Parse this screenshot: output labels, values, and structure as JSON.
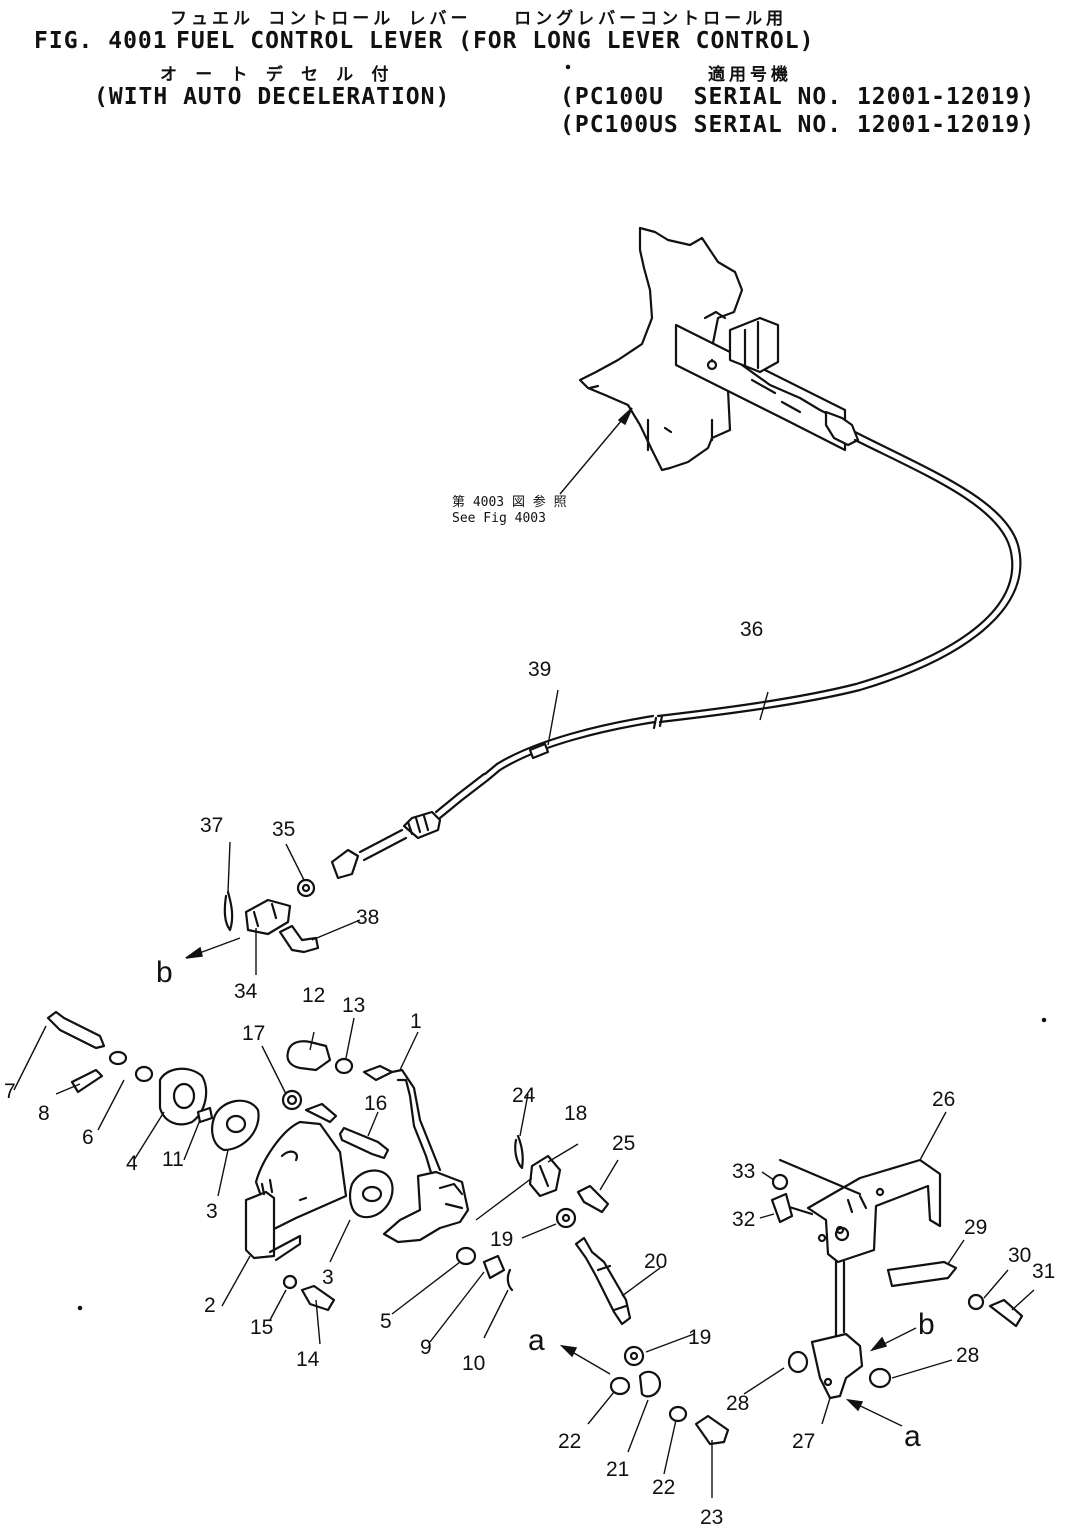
{
  "header": {
    "jp_line1": "フュエル コントロール レバー   ロングレバーコントロール用",
    "fig_number": "FIG. 4001",
    "title": "FUEL CONTROL LEVER (FOR LONG LEVER CONTROL)",
    "jp_line2_left": "オ ー ト デ セ ル 付",
    "jp_line2_right": "適用号機",
    "subtitle": "(WITH AUTO DECELERATION)",
    "serial_1": "(PC100U  SERIAL NO. 12001-12019)",
    "serial_2": "(PC100US SERIAL NO. 12001-12019)"
  },
  "reference": {
    "jp": "第 4003 図 参 照",
    "en": "See Fig  4003"
  },
  "callouts": [
    {
      "id": "n1",
      "label": "1"
    },
    {
      "id": "n2",
      "label": "2"
    },
    {
      "id": "n3a",
      "label": "3"
    },
    {
      "id": "n3b",
      "label": "3"
    },
    {
      "id": "n4",
      "label": "4"
    },
    {
      "id": "n5",
      "label": "5"
    },
    {
      "id": "n6",
      "label": "6"
    },
    {
      "id": "n7",
      "label": "7"
    },
    {
      "id": "n8",
      "label": "8"
    },
    {
      "id": "n9",
      "label": "9"
    },
    {
      "id": "n10",
      "label": "10"
    },
    {
      "id": "n11",
      "label": "11"
    },
    {
      "id": "n12",
      "label": "12"
    },
    {
      "id": "n13",
      "label": "13"
    },
    {
      "id": "n14",
      "label": "14"
    },
    {
      "id": "n15",
      "label": "15"
    },
    {
      "id": "n16",
      "label": "16"
    },
    {
      "id": "n17",
      "label": "17"
    },
    {
      "id": "n18",
      "label": "18"
    },
    {
      "id": "n19a",
      "label": "19"
    },
    {
      "id": "n19b",
      "label": "19"
    },
    {
      "id": "n20",
      "label": "20"
    },
    {
      "id": "n21",
      "label": "21"
    },
    {
      "id": "n22a",
      "label": "22"
    },
    {
      "id": "n22b",
      "label": "22"
    },
    {
      "id": "n23",
      "label": "23"
    },
    {
      "id": "n24",
      "label": "24"
    },
    {
      "id": "n25",
      "label": "25"
    },
    {
      "id": "n26",
      "label": "26"
    },
    {
      "id": "n27",
      "label": "27"
    },
    {
      "id": "n28a",
      "label": "28"
    },
    {
      "id": "n28b",
      "label": "28"
    },
    {
      "id": "n29",
      "label": "29"
    },
    {
      "id": "n30",
      "label": "30"
    },
    {
      "id": "n31",
      "label": "31"
    },
    {
      "id": "n32",
      "label": "32"
    },
    {
      "id": "n33",
      "label": "33"
    },
    {
      "id": "n34",
      "label": "34"
    },
    {
      "id": "n35",
      "label": "35"
    },
    {
      "id": "n36",
      "label": "36"
    },
    {
      "id": "n37",
      "label": "37"
    },
    {
      "id": "n38",
      "label": "38"
    },
    {
      "id": "n39",
      "label": "39"
    }
  ],
  "connection_marks": [
    {
      "id": "ma1",
      "label": "a"
    },
    {
      "id": "ma2",
      "label": "a"
    },
    {
      "id": "mb1",
      "label": "b"
    },
    {
      "id": "mb2",
      "label": "b"
    }
  ]
}
